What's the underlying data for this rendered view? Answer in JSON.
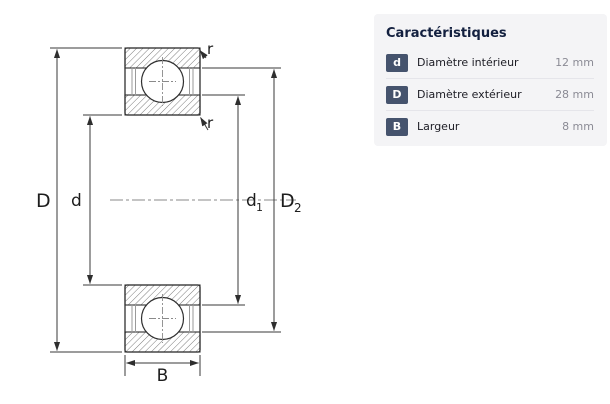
{
  "diagram": {
    "labels": {
      "outer_diameter": "D",
      "inner_diameter": "d",
      "d1_base": "d",
      "d1_sub": "1",
      "d2_base": "D",
      "d2_sub": "2",
      "width": "B",
      "r_top": "r",
      "r_inner": "r"
    }
  },
  "panel": {
    "title": "Caractéristiques",
    "rows": [
      {
        "badge": "d",
        "label": "Diamètre intérieur",
        "value": "12 mm"
      },
      {
        "badge": "D",
        "label": "Diamètre extérieur",
        "value": "28 mm"
      },
      {
        "badge": "B",
        "label": "Largeur",
        "value": "8 mm"
      }
    ]
  },
  "colors": {
    "badge_background": "#45536d",
    "panel_background": "#f4f4f6",
    "title_text": "#13203f",
    "drawing_line": "#2f2f2f"
  }
}
